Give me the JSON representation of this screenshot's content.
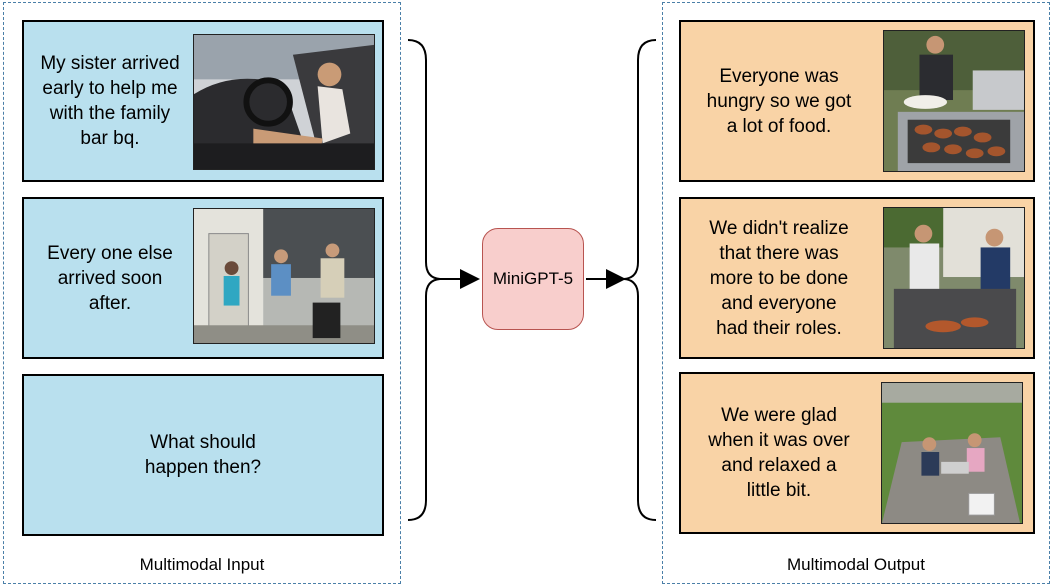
{
  "input": {
    "label": "Multimodal Input",
    "cards": [
      {
        "text": "My sister arrived\nearly to help me\nwith the family\nbar bq.",
        "image": "person-in-car-photo"
      },
      {
        "text": "Every one else\narrived soon\nafter.",
        "image": "people-in-garage-photo"
      },
      {
        "text": "What should\nhappen then?"
      }
    ]
  },
  "model": {
    "label": "MiniGPT-5"
  },
  "output": {
    "label": "Multimodal Output",
    "cards": [
      {
        "text": "Everyone was\nhungry so we got\na lot of food.",
        "image": "grill-food-photo"
      },
      {
        "text": "We didn't realize\nthat there was\nmore to be done\nand everyone\nhad their roles.",
        "image": "men-at-grill-photo"
      },
      {
        "text": "We were glad\nwhen it was over\nand relaxed a\nlittle bit.",
        "image": "backyard-relax-photo"
      }
    ]
  },
  "colors": {
    "input_card": "#b9e0ee",
    "output_card": "#f9d3a6",
    "model_fill": "#f8cecc",
    "model_border": "#b85450",
    "group_border": "#4a7fa8"
  }
}
